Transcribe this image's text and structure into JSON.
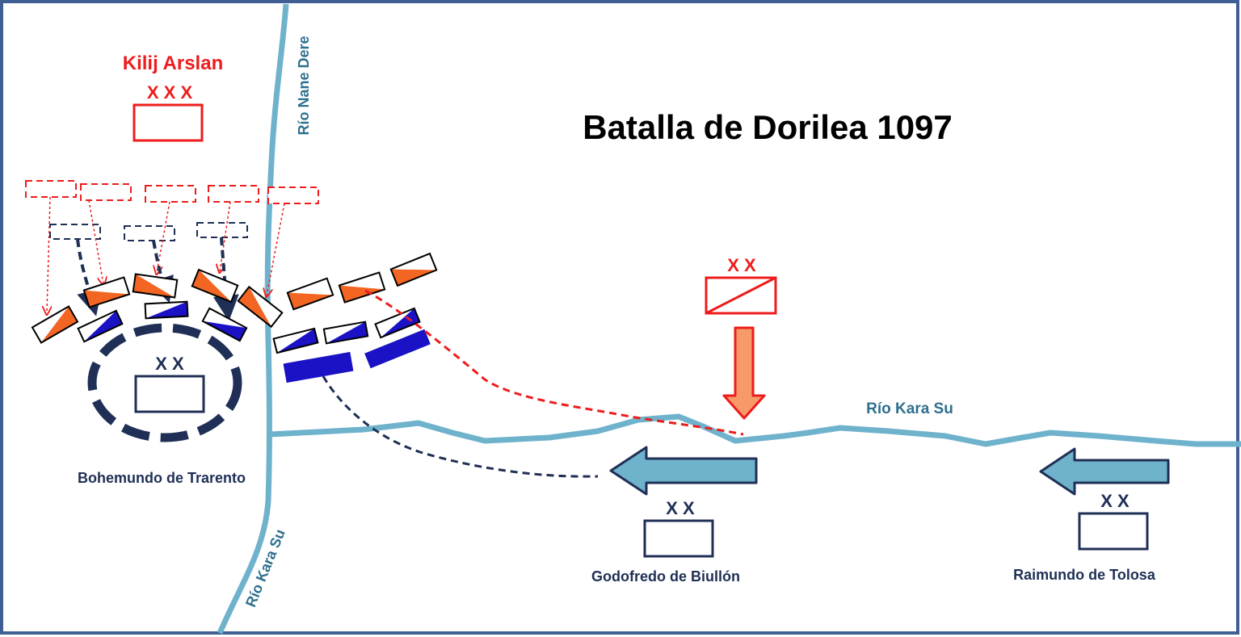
{
  "title": "Batalla de Dorilea 1097",
  "colors": {
    "border": "#3f5f93",
    "river": "#6fb2cc",
    "river_label": "#2f6f8e",
    "enemy": "#ee1c1c",
    "enemy_fill": "#f26522",
    "crusader": "#1f2f55",
    "crusader_fill": "#1a12c4",
    "arrow_fill": "#6fb2cc",
    "enemy_arrow_fill": "#f79a6a"
  },
  "rivers": {
    "nane_dere": "Río Nane Dere",
    "kara_su_south": "Río Kara Su",
    "kara_su_east": "Río Kara Su"
  },
  "units": {
    "kilij": {
      "name": "Kilij Arslan",
      "echelon": "X X X"
    },
    "enemy_division": {
      "echelon": "X X"
    },
    "bohemundo": {
      "name": "Bohemundo de Trarento",
      "echelon": "X X"
    },
    "godofredo": {
      "name": "Godofredo de Biullón",
      "echelon": "X X"
    },
    "raimundo": {
      "name": "Raimundo de Tolosa",
      "echelon": "X X"
    }
  },
  "icons": {
    "enemy_division_arrow": "down-arrow-icon",
    "godofredo_arrow": "left-arrow-icon",
    "raimundo_arrow": "left-arrow-icon"
  }
}
